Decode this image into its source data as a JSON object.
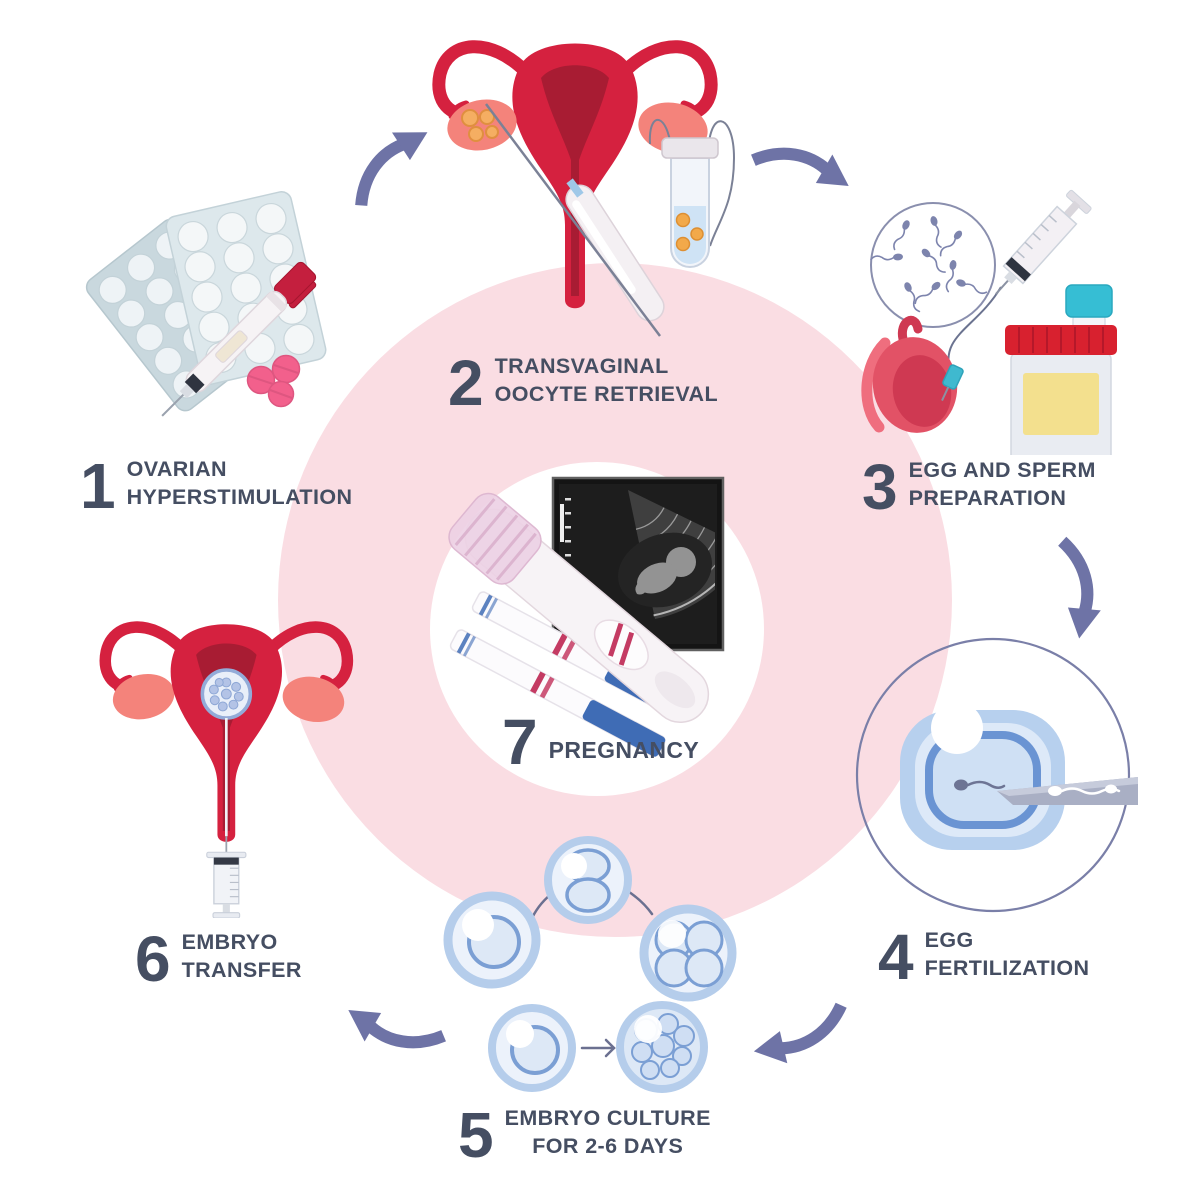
{
  "diagram_type": "ivf-process-cycle-infographic",
  "steps": [
    {
      "number": "1",
      "line1": "OVARIAN",
      "line2": "HYPERSTIMULATION"
    },
    {
      "number": "2",
      "line1": "TRANSVAGINAL",
      "line2": "OOCYTE RETRIEVAL"
    },
    {
      "number": "3",
      "line1": "EGG AND SPERM",
      "line2": "PREPARATION"
    },
    {
      "number": "4",
      "line1": "EGG",
      "line2": "FERTILIZATION"
    },
    {
      "number": "5",
      "line1": "EMBRYO CULTURE",
      "line2": "FOR 2-6 DAYS"
    },
    {
      "number": "6",
      "line1": "EMBRYO",
      "line2": "TRANSFER"
    },
    {
      "number": "7",
      "line1": "PREGNANCY"
    }
  ],
  "illustrations": [
    "medication-blister-packs-injection-pen-and-pills",
    "uterus-with-aspiration-needle-and-egg-test-tube",
    "sperm-microscope-view-syringe-testicle-and-specimen-cup",
    "icsi-egg-injection-under-microscope",
    "embryo-cell-division-stages",
    "uterus-with-embryo-and-transfer-syringe",
    "pregnancy-test-ultrasound-and-test-strips"
  ],
  "arrows": [
    {
      "from": "1",
      "to": "2"
    },
    {
      "from": "2",
      "to": "3"
    },
    {
      "from": "3",
      "to": "4"
    },
    {
      "from": "4",
      "to": "5"
    },
    {
      "from": "5",
      "to": "6"
    }
  ],
  "colors": {
    "background": "#ffffff",
    "pink_circle": "#fadde3",
    "center_circle": "#ffffff",
    "arrow": "#6e73a6",
    "text": "#454e62",
    "uterus_red": "#d5213f",
    "uterus_cavity": "#a81c33",
    "ovary_salmon": "#f4837b",
    "follicle_orange": "#f5ae62",
    "cell_blue_ring": "#b5cdeb",
    "cell_blue_line": "#7b9fd4",
    "sperm_blue": "#7d84ad",
    "container_lid_red": "#d8212f",
    "label_yellow": "#f3e08e",
    "cap_teal": "#36bed4",
    "pen_cap_red": "#c41f3e",
    "pill_pink": "#f2608c",
    "test_line_pink": "#c43b63",
    "strip_blue": "#3f6cb5"
  }
}
